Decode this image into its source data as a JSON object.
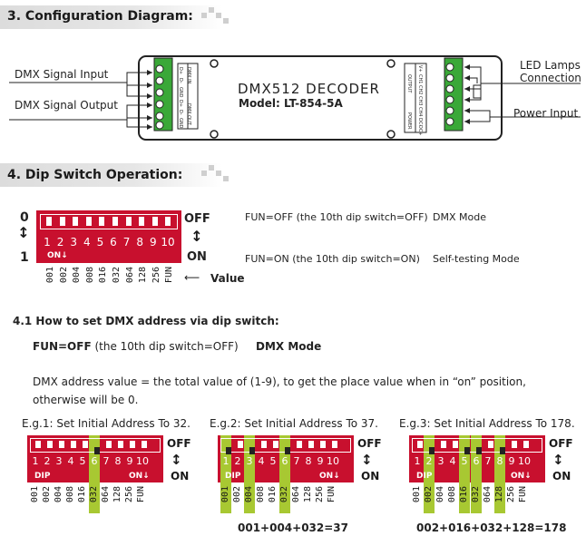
{
  "section3": {
    "title": "3.  Configuration Diagram:"
  },
  "diagram": {
    "dmx_in": "DMX Signal Input",
    "dmx_out": "DMX Signal Output",
    "led": [
      "LED Lamps",
      "Connection"
    ],
    "power": "Power Input",
    "device_title": "DMX512 DECODER",
    "device_model": "Model: LT-854-5A",
    "left_block": [
      "DMX IN",
      "DMX OUT"
    ],
    "left_pins": [
      "D+",
      "D-",
      "GND",
      "D+",
      "D-",
      "GND"
    ],
    "output_label": "OUTPUT",
    "output_pins": [
      "V+",
      "CH1",
      "CH2",
      "CH3",
      "CH4"
    ],
    "power_label": "POWER",
    "power_pins": [
      "DC-",
      "DC+"
    ]
  },
  "section4": {
    "title": "4.  Dip Switch Operation:"
  },
  "dip_main": {
    "zero": "0",
    "one": "1",
    "off": "OFF",
    "on": "ON",
    "numbers": [
      "1",
      "2",
      "3",
      "4",
      "5",
      "6",
      "7",
      "8",
      "9",
      "10"
    ],
    "on_mark": "ON↓",
    "values": [
      "001",
      "002",
      "004",
      "008",
      "016",
      "032",
      "064",
      "128",
      "256",
      "FUN"
    ],
    "value_label": "Value",
    "fun_off": "FUN=OFF (the 10th dip switch=OFF)",
    "fun_off_mode": "DMX Mode",
    "fun_on": "FUN=ON  (the 10th dip switch=ON)",
    "fun_on_mode": "Self-testing Mode"
  },
  "section41": {
    "title": "4.1  How to set DMX address via dip switch:",
    "fun_bold": "FUN=OFF",
    "fun_rest": " (the 10th dip switch=OFF)",
    "mode": "DMX Mode",
    "desc1": "DMX address value = the total value of (1-9), to get the place value when in “on” position,",
    "desc2": "otherwise will be 0."
  },
  "examples": [
    {
      "title": "E.g.1: Set Initial Address To 32.",
      "on": [
        6
      ],
      "sum": ""
    },
    {
      "title": "E.g.2: Set Initial Address To 37.",
      "on": [
        1,
        3,
        6
      ],
      "sum": "001+004+032=37"
    },
    {
      "title": "E.g.3: Set Initial Address To 178.",
      "on": [
        2,
        5,
        6,
        8
      ],
      "sum": "002+016+032+128=178"
    }
  ],
  "example_common": {
    "off": "OFF",
    "on": "ON",
    "dip": "DIP",
    "on_mark": "ON↓",
    "numbers": [
      "1",
      "2",
      "3",
      "4",
      "5",
      "6",
      "7",
      "8",
      "9",
      "10"
    ],
    "values": [
      "001",
      "002",
      "004",
      "008",
      "016",
      "032",
      "064",
      "128",
      "256",
      "FUN"
    ]
  },
  "colors": {
    "dip_red": "#c8102e",
    "highlight_green": "#a8c832",
    "device_outline": "#222222"
  }
}
